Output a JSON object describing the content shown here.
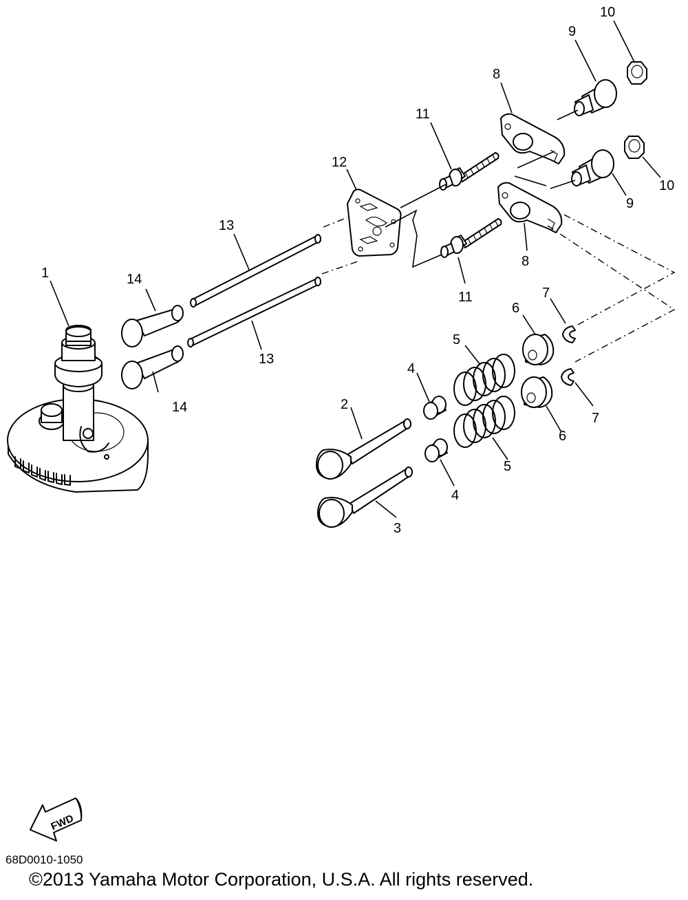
{
  "diagram": {
    "callouts": [
      {
        "id": "1",
        "label": "1"
      },
      {
        "id": "2",
        "label": "2"
      },
      {
        "id": "3",
        "label": "3"
      },
      {
        "id": "4a",
        "label": "4"
      },
      {
        "id": "4b",
        "label": "4"
      },
      {
        "id": "5a",
        "label": "5"
      },
      {
        "id": "5b",
        "label": "5"
      },
      {
        "id": "6a",
        "label": "6"
      },
      {
        "id": "6b",
        "label": "6"
      },
      {
        "id": "7a",
        "label": "7"
      },
      {
        "id": "7b",
        "label": "7"
      },
      {
        "id": "8a",
        "label": "8"
      },
      {
        "id": "8b",
        "label": "8"
      },
      {
        "id": "9a",
        "label": "9"
      },
      {
        "id": "9b",
        "label": "9"
      },
      {
        "id": "10a",
        "label": "10"
      },
      {
        "id": "10b",
        "label": "10"
      },
      {
        "id": "11a",
        "label": "11"
      },
      {
        "id": "11b",
        "label": "11"
      },
      {
        "id": "12",
        "label": "12"
      },
      {
        "id": "13a",
        "label": "13"
      },
      {
        "id": "13b",
        "label": "13"
      },
      {
        "id": "14a",
        "label": "14"
      },
      {
        "id": "14b",
        "label": "14"
      }
    ],
    "direction_marker": "FWD",
    "drawing_code": "68D0010-1050",
    "copyright": "©2013 Yamaha Motor Corporation, U.S.A. All rights reserved."
  }
}
